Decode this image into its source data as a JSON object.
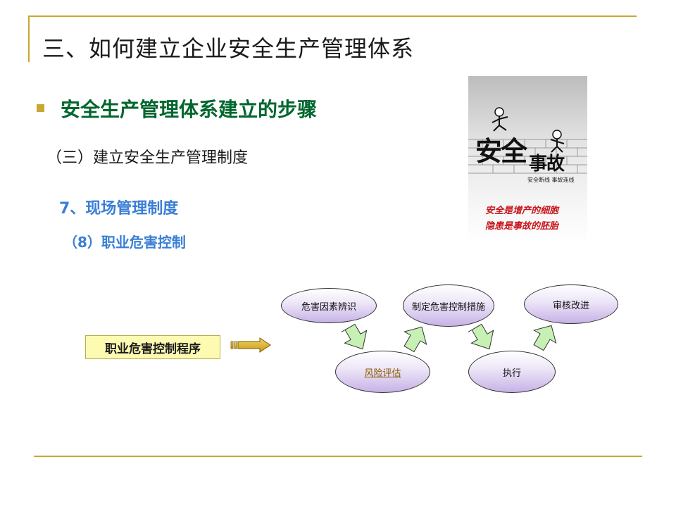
{
  "slide": {
    "title": "三、如何建立企业安全生产管理体系",
    "heading": "安全生产管理体系建立的步骤",
    "sub1": "（三）建立安全生产管理制度",
    "sub2": "7、现场管理制度",
    "sub3": "（8）职业危害控制"
  },
  "poster": {
    "big1": "安全",
    "big2": "事故",
    "small": "安全断线  事故连线",
    "red1": "安全是增产的细胞",
    "red2": "隐患是事故的胚胎"
  },
  "diagram": {
    "process_label": "职业危害控制程序",
    "steps": {
      "s1": "危害因素辨识",
      "s2": "风险评估",
      "s3": "制定危害控制措施",
      "s4": "执行",
      "s5": "审核改进"
    }
  },
  "colors": {
    "frame": "#c8a733",
    "heading": "#00662e",
    "sub_blue": "#3a7fd5",
    "arrow_green": "#c6f0b4",
    "process_box": "#fdfab2",
    "ellipse": "#c6b2e6"
  }
}
